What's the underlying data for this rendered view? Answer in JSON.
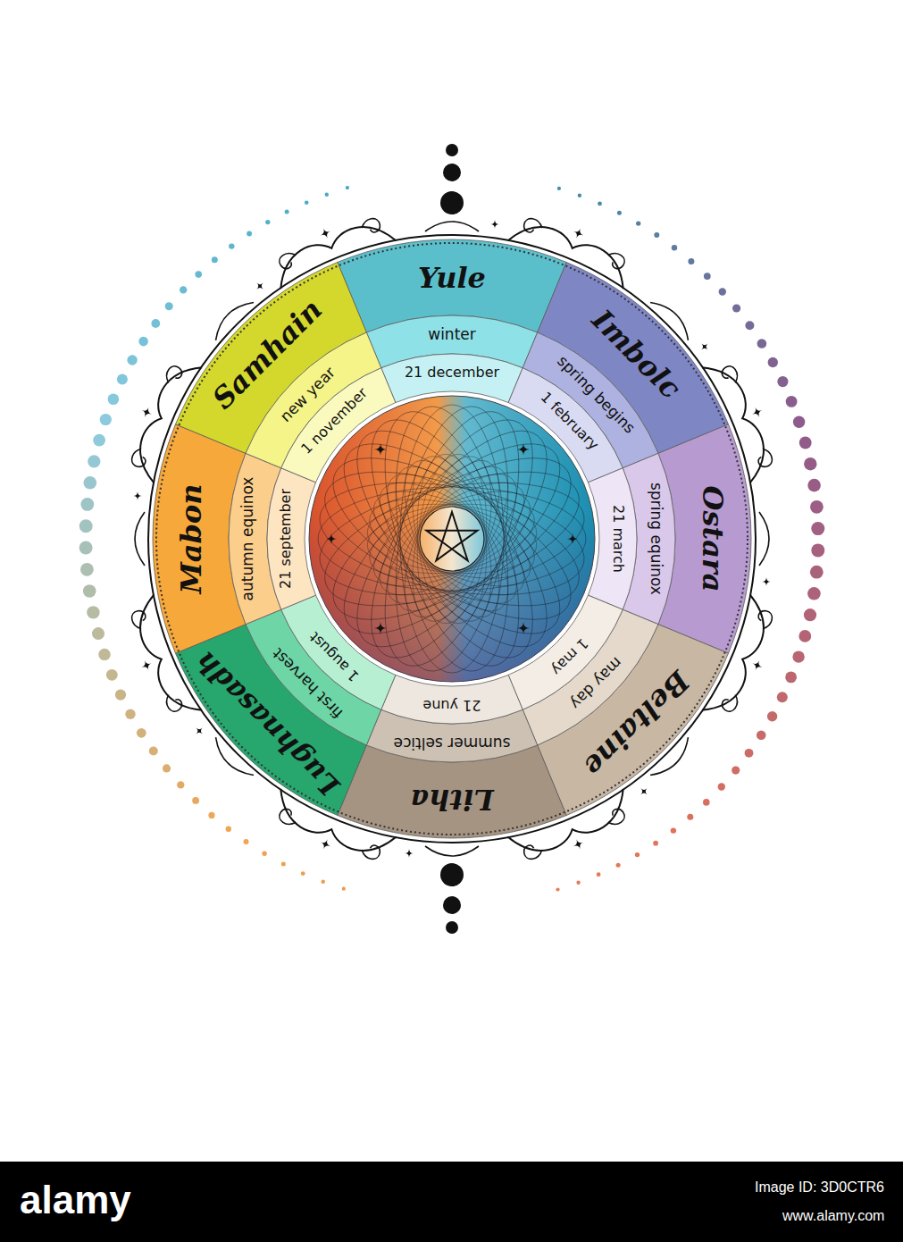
{
  "diagram": {
    "nodes": [
      {
        "text": [
          "Yule",
          "winter",
          "21 december"
        ]
      },
      {
        "text": [
          "Imbolc",
          "spring begins",
          "1 february"
        ]
      },
      {
        "text": [
          "Ostara",
          "spring equinox",
          "21 march"
        ]
      },
      {
        "text": [
          "Beltaine",
          "may day",
          "1 may"
        ]
      },
      {
        "text": [
          "Litha",
          "summer seltice",
          "21 yune"
        ]
      },
      {
        "text": [
          "Lughnasadh",
          "first harvest",
          "1 august"
        ]
      },
      {
        "text": [
          "Mabon",
          "autumn equinox",
          "21 september"
        ]
      },
      {
        "text": [
          "Samhain",
          "new year",
          "1 november"
        ]
      }
    ],
    "labels": [
      "alamy",
      "Image ID: 3D0CTR6",
      "www.alamy.com"
    ]
  }
}
